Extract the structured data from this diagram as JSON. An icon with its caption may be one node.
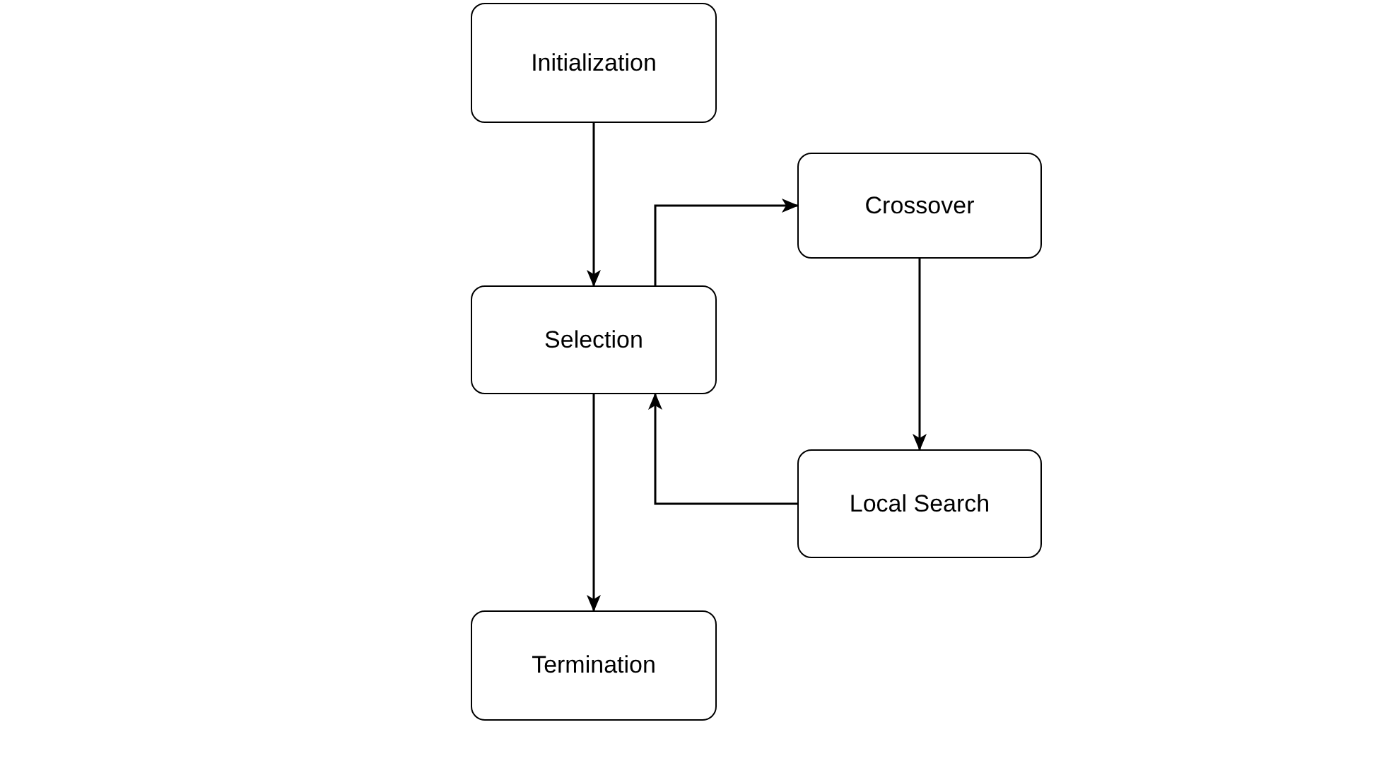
{
  "diagram": {
    "nodes": [
      {
        "text": [
          "Initialization"
        ]
      },
      {
        "text": [
          "Selection"
        ]
      },
      {
        "text": [
          "Crossover"
        ]
      },
      {
        "text": [
          "Local Search"
        ]
      },
      {
        "text": [
          "Termination"
        ]
      }
    ],
    "edges": [
      {
        "from": 0,
        "to": 1,
        "arrow": "to"
      },
      {
        "from": 1,
        "to": 2,
        "arrow": "to"
      },
      {
        "from": 2,
        "to": 3,
        "arrow": "to"
      },
      {
        "from": 3,
        "to": 1,
        "arrow": "to"
      },
      {
        "from": 1,
        "to": 4,
        "arrow": "to"
      }
    ]
  }
}
